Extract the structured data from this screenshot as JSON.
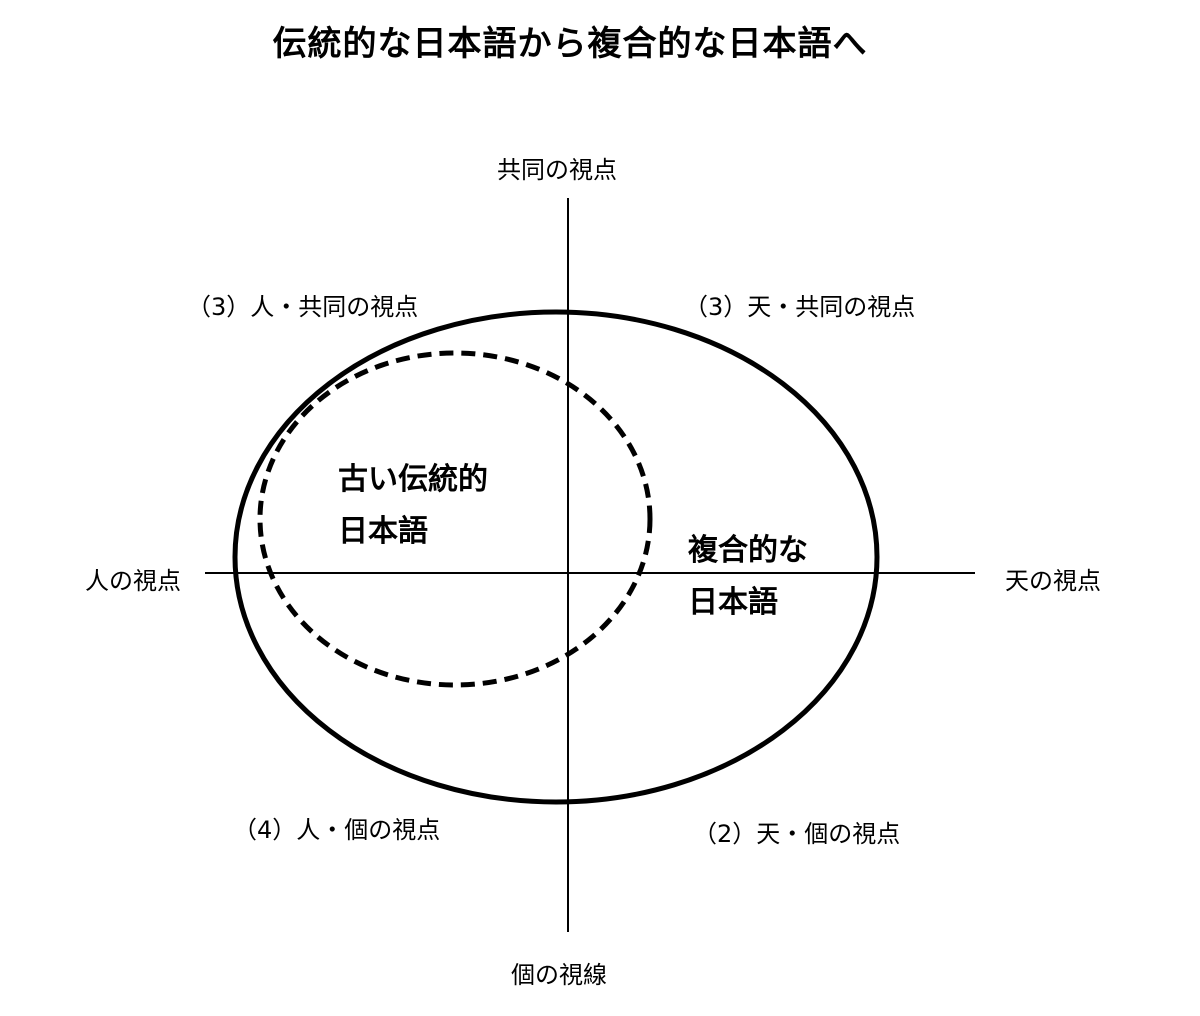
{
  "title": "伝統的な日本語から複合的な日本語へ",
  "axes": {
    "top": "共同の視点",
    "bottom": "個の視線",
    "left": "人の視点",
    "right": "天の視点"
  },
  "quadrants": {
    "top_left": "（3）人・共同の視点",
    "top_right": "（3）天・共同の視点",
    "bottom_left": "（4）人・個の視点",
    "bottom_right": "（2）天・個の視点"
  },
  "regions": {
    "traditional_line1": "古い伝統的",
    "traditional_line2": "日本語",
    "composite_line1": "複合的な",
    "composite_line2": "日本語"
  },
  "colors": {
    "line": "#000000",
    "background": "#ffffff"
  }
}
